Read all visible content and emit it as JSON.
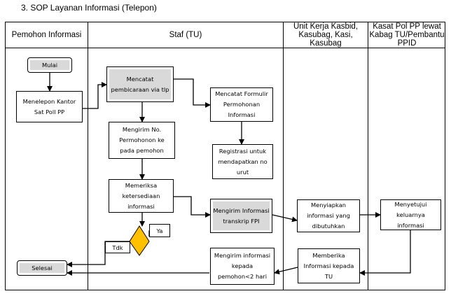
{
  "title": "3.  SOP Layanan Informasi (Telepon)",
  "lanes": [
    {
      "id": "pemohon",
      "label": "Pemohon Informasi"
    },
    {
      "id": "staf",
      "label": "Staf (TU)"
    },
    {
      "id": "unit",
      "label": "Unit Kerja Kasbid, Kasubag, Kasi, Kasubag"
    },
    {
      "id": "kasat",
      "label": "Kasat Pol PP lewat Kabag TU/Pembantu PPID"
    }
  ],
  "nodes": {
    "mulai": "Mulai",
    "menelepon": "Menelepon Kantor Sat Poll PP",
    "mencatat_pembicaraan": "Mencatat pembicaraan via tlp",
    "mencatat_formulir": "Mencatat Formulir Permohonan Informasi",
    "mengirim_no": "Mengirim No. Permohonon ke pada pemohon",
    "registrasi": "Registrasi untuk mendapatkan no urut",
    "memeriksa": "Memeriksa ketersediaan informasi",
    "mengirim_transkrip": "Mengirim Informasi transkrip FPI",
    "menyiapkan": "Menyiapkan informasi yang dibutuhkan",
    "menyetujui": "Menyetujui keluarnya informasi",
    "mengirim_pemohon": "Mengirim informasi kepada pemohon<2 hari",
    "memberika": "Memberika Informasi kepada TU",
    "selesai": "Selesai",
    "ya": "Ya",
    "tdk": "Tdk"
  },
  "colors": {
    "decision": "#ffc000",
    "grey_fill": "#d9d9d9"
  }
}
